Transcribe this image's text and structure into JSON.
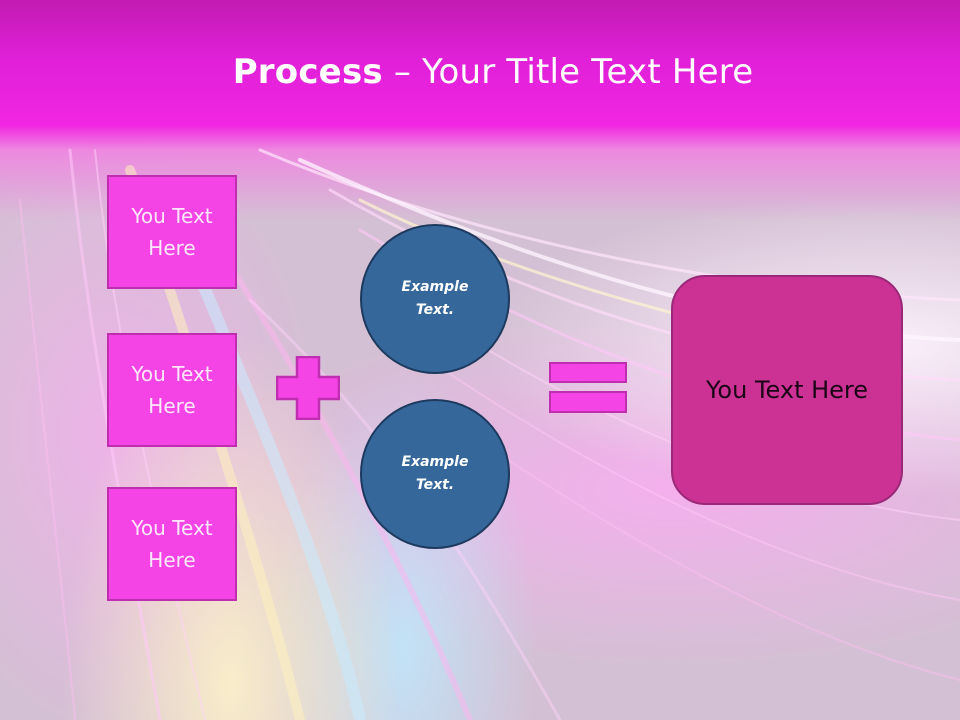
{
  "slide": {
    "title": {
      "bold": "Process",
      "rest": " – Your Title Text Here"
    },
    "left_boxes": [
      {
        "line1": "You Text",
        "line2": "Here"
      },
      {
        "line1": "You Text",
        "line2": "Here"
      },
      {
        "line1": "You Text",
        "line2": "Here"
      }
    ],
    "operator_plus": "plus-icon",
    "circles": [
      {
        "line1": "Example",
        "line2": "Text."
      },
      {
        "line1": "Example",
        "line2": "Text."
      }
    ],
    "operator_equals": "equals-icon",
    "result_box": {
      "text": "You Text Here"
    }
  },
  "colors": {
    "header_top": "#c21bb3",
    "header_bottom": "#f226e2",
    "box_fill": "#f544e6",
    "box_border": "#c02eb0",
    "circle_fill": "#35679a",
    "circle_border": "#1d3a5e",
    "result_fill": "#cc3194",
    "result_border": "#9a2878"
  }
}
